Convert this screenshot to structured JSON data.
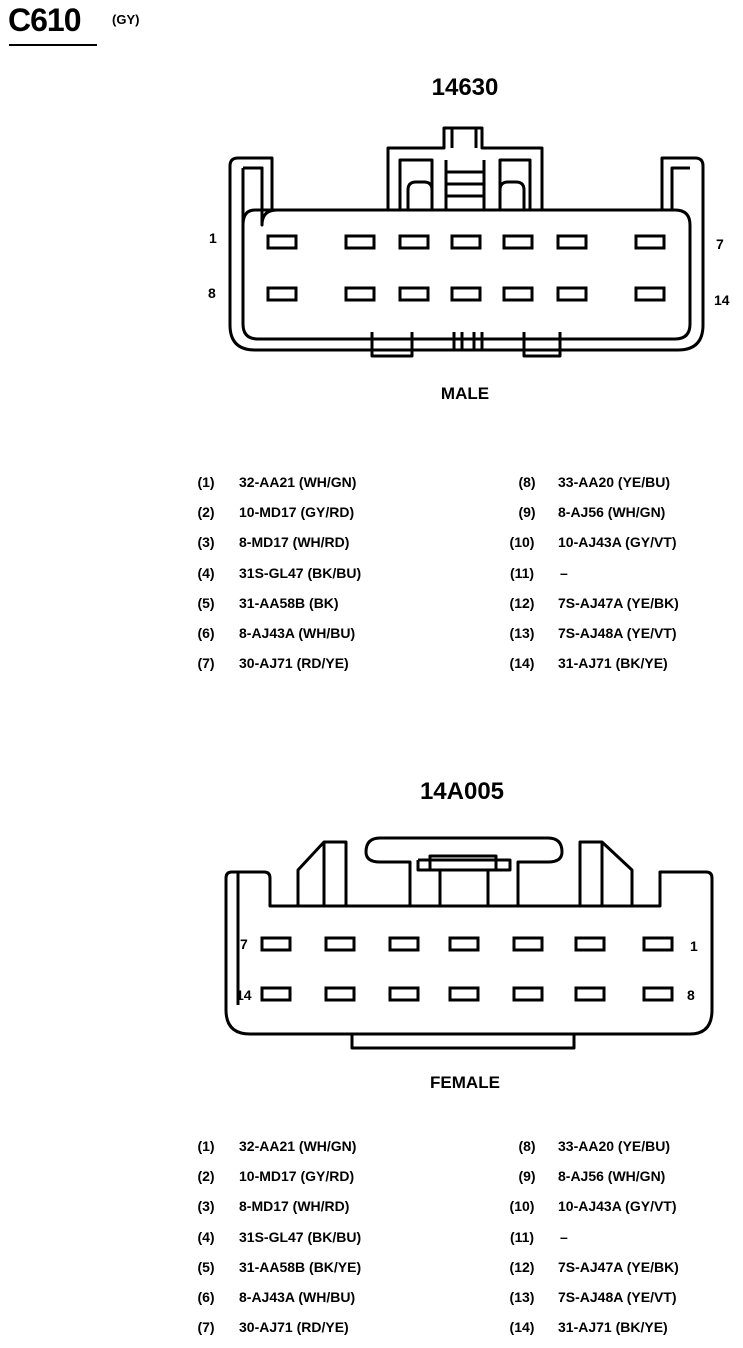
{
  "header": {
    "connector_id": "C610",
    "color_code": "(GY)"
  },
  "male": {
    "part_number": "14630",
    "label": "MALE",
    "pin_labels": {
      "top_left": "1",
      "top_right": "7",
      "bottom_left": "8",
      "bottom_right": "14"
    },
    "pins": [
      {
        "num": "(1)",
        "circuit": "32-AA21 (WH/GN)"
      },
      {
        "num": "(2)",
        "circuit": "10-MD17 (GY/RD)"
      },
      {
        "num": "(3)",
        "circuit": "8-MD17 (WH/RD)"
      },
      {
        "num": "(4)",
        "circuit": "31S-GL47 (BK/BU)"
      },
      {
        "num": "(5)",
        "circuit": "31-AA58B (BK)"
      },
      {
        "num": "(6)",
        "circuit": "8-AJ43A (WH/BU)"
      },
      {
        "num": "(7)",
        "circuit": "30-AJ71 (RD/YE)"
      },
      {
        "num": "(8)",
        "circuit": "33-AA20 (YE/BU)"
      },
      {
        "num": "(9)",
        "circuit": "8-AJ56 (WH/GN)"
      },
      {
        "num": "(10)",
        "circuit": "10-AJ43A (GY/VT)"
      },
      {
        "num": "(11)",
        "circuit": "–"
      },
      {
        "num": "(12)",
        "circuit": "7S-AJ47A (YE/BK)"
      },
      {
        "num": "(13)",
        "circuit": "7S-AJ48A (YE/VT)"
      },
      {
        "num": "(14)",
        "circuit": "31-AJ71 (BK/YE)"
      }
    ]
  },
  "female": {
    "part_number": "14A005",
    "label": "FEMALE",
    "pin_labels": {
      "top_left": "7",
      "top_right": "1",
      "bottom_left": "14",
      "bottom_right": "8"
    },
    "pins": [
      {
        "num": "(1)",
        "circuit": "32-AA21 (WH/GN)"
      },
      {
        "num": "(2)",
        "circuit": "10-MD17 (GY/RD)"
      },
      {
        "num": "(3)",
        "circuit": "8-MD17 (WH/RD)"
      },
      {
        "num": "(4)",
        "circuit": "31S-GL47 (BK/BU)"
      },
      {
        "num": "(5)",
        "circuit": "31-AA58B (BK/YE)"
      },
      {
        "num": "(6)",
        "circuit": "8-AJ43A (WH/BU)"
      },
      {
        "num": "(7)",
        "circuit": "30-AJ71 (RD/YE)"
      },
      {
        "num": "(8)",
        "circuit": "33-AA20 (YE/BU)"
      },
      {
        "num": "(9)",
        "circuit": "8-AJ56 (WH/GN)"
      },
      {
        "num": "(10)",
        "circuit": "10-AJ43A (GY/VT)"
      },
      {
        "num": "(11)",
        "circuit": "–"
      },
      {
        "num": "(12)",
        "circuit": "7S-AJ47A (YE/BK)"
      },
      {
        "num": "(13)",
        "circuit": "7S-AJ48A (YE/VT)"
      },
      {
        "num": "(14)",
        "circuit": "31-AJ71 (BK/YE)"
      }
    ]
  }
}
